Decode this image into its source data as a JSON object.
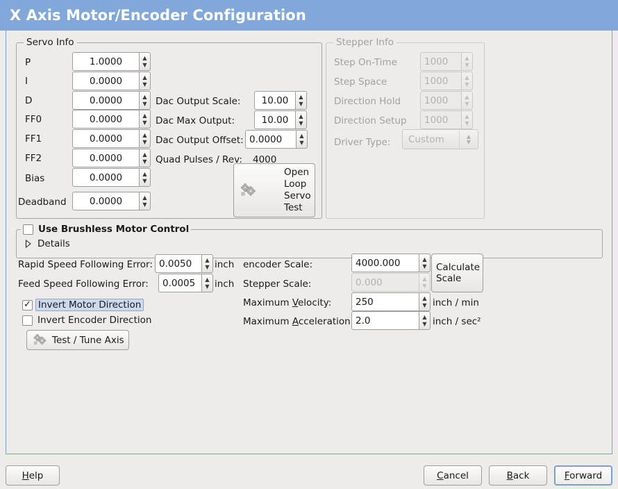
{
  "window": {
    "title": "X Axis Motor/Encoder Configuration",
    "title_bar_color": "#82a8da",
    "background_color": "#edecea",
    "focus_color": "#7a9fd4"
  },
  "servo_info": {
    "legend": "Servo Info",
    "fields": [
      {
        "label": "P",
        "value": "1.0000"
      },
      {
        "label": "I",
        "value": "0.0000"
      },
      {
        "label": "D",
        "value": "0.0000"
      },
      {
        "label": "FF0",
        "value": "0.0000"
      },
      {
        "label": "FF1",
        "value": "0.0000"
      },
      {
        "label": "FF2",
        "value": "0.0000"
      },
      {
        "label": "Bias",
        "value": "0.0000"
      },
      {
        "label": "Deadband",
        "value": "0.0000"
      }
    ],
    "dac": [
      {
        "label": "Dac Output Scale:",
        "value": "10.00"
      },
      {
        "label": "Dac Max Output:",
        "value": "10.00"
      },
      {
        "label": "Dac Output Offset:",
        "value": "0.0000"
      }
    ],
    "quad_pulses_label": "Quad Pulses / Rev:",
    "quad_pulses_value": "4000",
    "open_loop_button": "Open\nLoop\nServo\nTest",
    "open_loop_lines": [
      "Open",
      "Loop",
      "Servo",
      "Test"
    ]
  },
  "stepper_info": {
    "legend": "Stepper Info",
    "disabled": true,
    "fields": [
      {
        "label": "Step On-Time",
        "value": "1000"
      },
      {
        "label": "Step Space",
        "value": "1000"
      },
      {
        "label": "Direction Hold",
        "value": "1000"
      },
      {
        "label": "Direction Setup",
        "value": "1000"
      }
    ],
    "driver_type_label": "Driver Type:",
    "driver_type_value": "Custom"
  },
  "brushless": {
    "checkbox_label": "Use Brushless Motor Control",
    "checked": false,
    "details_label": "Details",
    "details_expanded": false
  },
  "following_errors": [
    {
      "label": "Rapid Speed Following Error:",
      "value": "0.0050",
      "unit": "inch"
    },
    {
      "label": "Feed Speed Following Error:",
      "value": "0.0005",
      "unit": "inch"
    }
  ],
  "invert_options": [
    {
      "label": "Invert Motor Direction",
      "checked": true,
      "focused": true
    },
    {
      "label": "Invert Encoder Direction",
      "checked": false,
      "focused": false
    }
  ],
  "test_tune_button": "Test / Tune Axis",
  "scale_section": {
    "encoder_scale_label": "encoder Scale:",
    "encoder_scale_value": "4000.000",
    "stepper_scale_label": "Stepper Scale:",
    "stepper_scale_value": "0.000",
    "stepper_scale_disabled": true,
    "calculate_button_lines": [
      "Calculate",
      "Scale"
    ],
    "max_velocity_label_pre": "Maximum ",
    "max_velocity_label_mn": "V",
    "max_velocity_label_post": "elocity:",
    "max_velocity_value": "250",
    "max_velocity_unit": "inch / min",
    "max_accel_label_pre": "Maximum ",
    "max_accel_label_mn": "A",
    "max_accel_label_post": "cceleration:",
    "max_accel_value": "2.0",
    "max_accel_unit": "inch / sec²"
  },
  "action_bar": {
    "help_pre": "",
    "help_mn": "H",
    "help_post": "elp",
    "cancel_mn": "C",
    "cancel_post": "ancel",
    "back_mn": "B",
    "back_post": "ack",
    "forward_mn": "F",
    "forward_post": "orward"
  }
}
